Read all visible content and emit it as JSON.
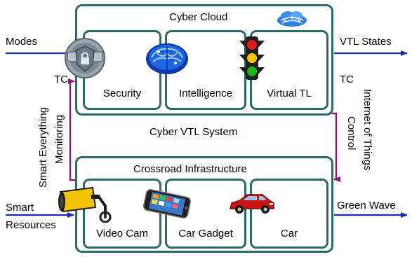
{
  "top_group": {
    "title": "Cyber Cloud",
    "tiles": [
      {
        "label": "Security",
        "icon": "security-shield-icon"
      },
      {
        "label": "Intelligence",
        "icon": "brain-icon"
      },
      {
        "label": "Virtual TL",
        "icon": "traffic-light-icon"
      }
    ],
    "corner_icon": "cloud-network-icon"
  },
  "middle_label": "Cyber VTL System",
  "bottom_group": {
    "title": "Crossroad Infrastructure",
    "tiles": [
      {
        "label": "Video Cam",
        "icon": "video-camera-icon"
      },
      {
        "label": "Car Gadget",
        "icon": "smartphone-icon"
      },
      {
        "label": "Car",
        "icon": "car-icon"
      }
    ]
  },
  "inputs": {
    "modes": "Modes",
    "smart_line1": "Smart",
    "smart_line2": "Resources"
  },
  "outputs": {
    "vtl_states": "VTL States",
    "green_wave": "Green Wave"
  },
  "left_link": {
    "tc": "TC",
    "vertical_1": "Smart Everything",
    "vertical_2": "Monitoring"
  },
  "right_link": {
    "tc": "TC",
    "vertical_1": "Control",
    "vertical_2": "Internet of Things"
  },
  "colors": {
    "box_border": "#2c6b6b",
    "arrow_blue": "#1a2db8",
    "link_purple": "#8a1a6e"
  }
}
